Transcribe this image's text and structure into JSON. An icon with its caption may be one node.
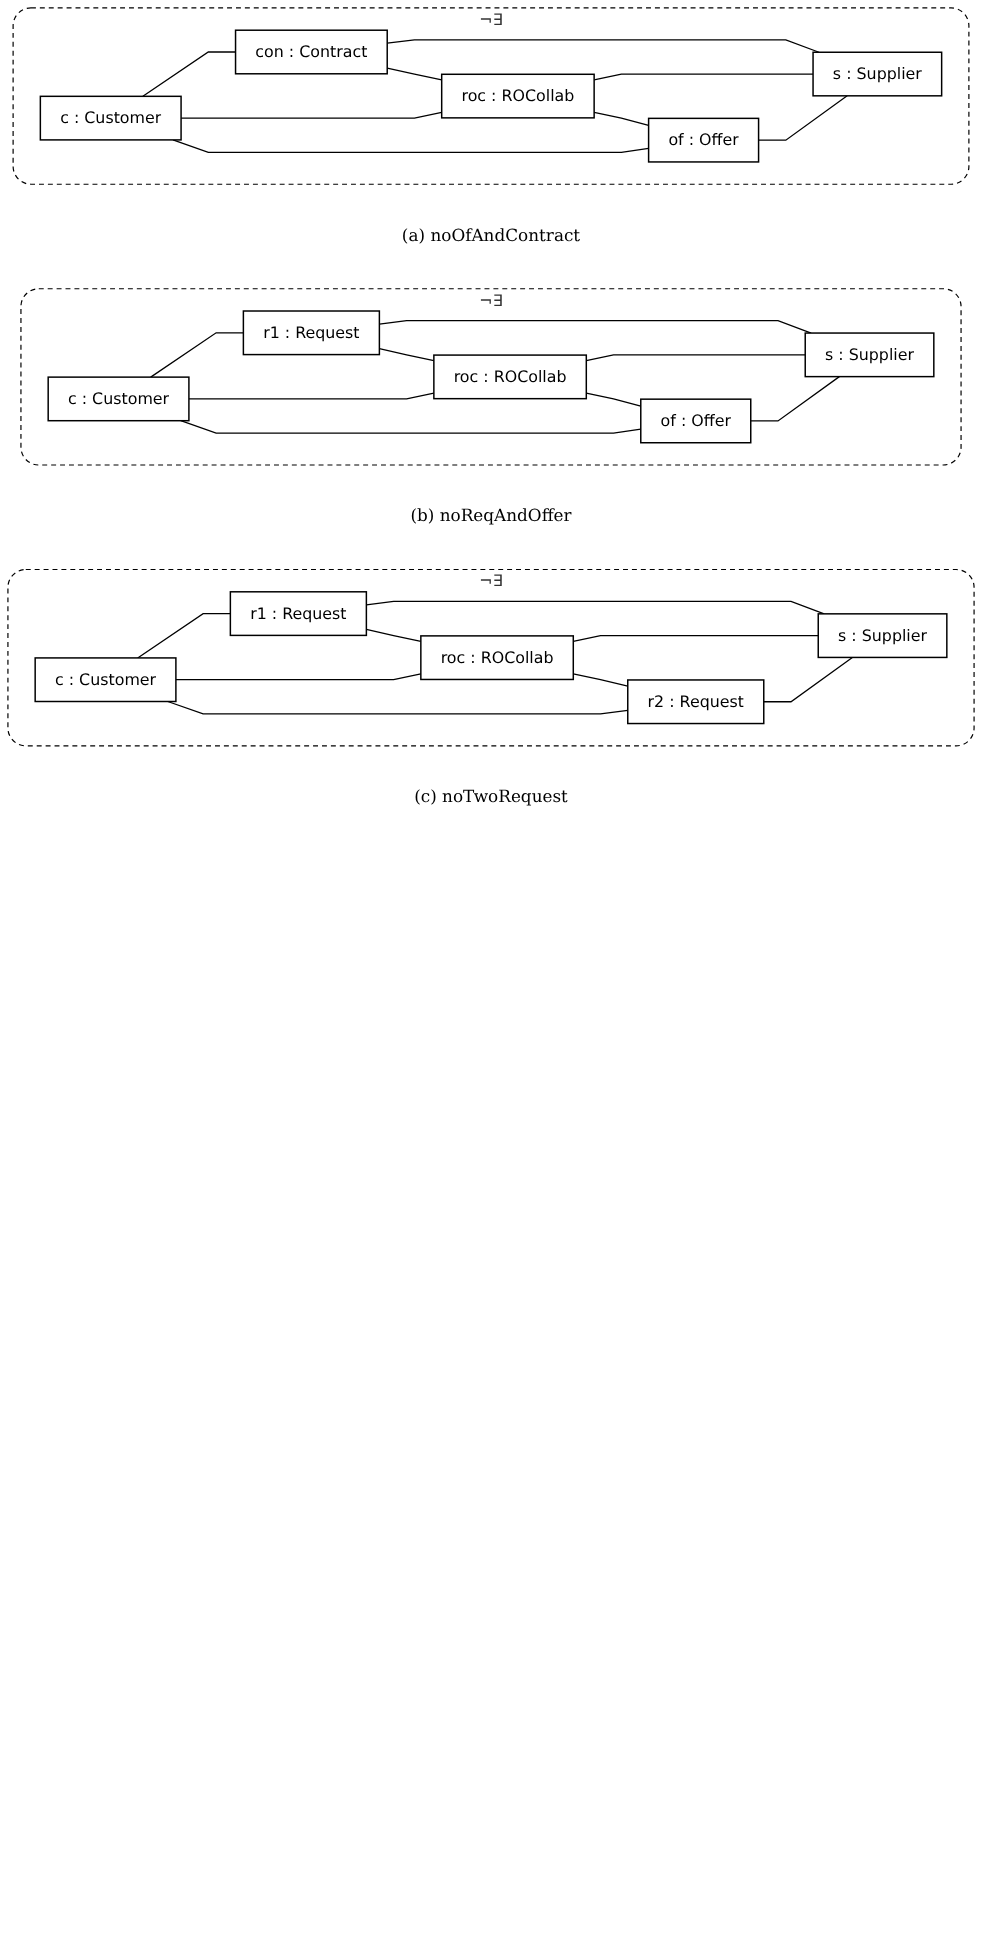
{
  "diagram": {
    "nodes": [
      {
        "text": [
          "¬∃"
        ],
        "beside": [
          "(a) noOfAndContract"
        ]
      },
      {
        "text": [
          "con : Contract"
        ],
        "in": 0
      },
      {
        "text": [
          "c : Customer"
        ],
        "in": 0
      },
      {
        "text": [
          "roc : ROCollab"
        ],
        "in": 0
      },
      {
        "text": [
          "s : Supplier"
        ],
        "in": 0
      },
      {
        "text": [
          "of : Offer"
        ],
        "in": 0
      },
      {
        "text": [
          "¬∃"
        ],
        "beside": [
          "(b) noReqAndOffer"
        ]
      },
      {
        "text": [
          "r1 : Request"
        ],
        "in": 6
      },
      {
        "text": [
          "c : Customer"
        ],
        "in": 6
      },
      {
        "text": [
          "roc : ROCollab"
        ],
        "in": 6
      },
      {
        "text": [
          "s : Supplier"
        ],
        "in": 6
      },
      {
        "text": [
          "of : Offer"
        ],
        "in": 6
      },
      {
        "text": [
          "¬∃"
        ],
        "beside": [
          "(c) noTwoRequest"
        ]
      },
      {
        "text": [
          "r1 : Request"
        ],
        "in": 12
      },
      {
        "text": [
          "c : Customer"
        ],
        "in": 12
      },
      {
        "text": [
          "roc : ROCollab"
        ],
        "in": 12
      },
      {
        "text": [
          "s : Supplier"
        ],
        "in": 12
      },
      {
        "text": [
          "r2 : Request"
        ],
        "in": 12
      }
    ],
    "edges": [
      {
        "from": 2,
        "to": 1,
        "arrow": "none"
      },
      {
        "from": 1,
        "to": 4,
        "arrow": "none"
      },
      {
        "from": 1,
        "to": 3,
        "arrow": "none"
      },
      {
        "from": 2,
        "to": 3,
        "arrow": "none"
      },
      {
        "from": 3,
        "to": 4,
        "arrow": "none"
      },
      {
        "from": 2,
        "to": 5,
        "arrow": "none"
      },
      {
        "from": 3,
        "to": 5,
        "arrow": "none"
      },
      {
        "from": 5,
        "to": 4,
        "arrow": "none"
      },
      {
        "from": 8,
        "to": 7,
        "arrow": "none"
      },
      {
        "from": 7,
        "to": 10,
        "arrow": "none"
      },
      {
        "from": 7,
        "to": 9,
        "arrow": "none"
      },
      {
        "from": 8,
        "to": 9,
        "arrow": "none"
      },
      {
        "from": 9,
        "to": 10,
        "arrow": "none"
      },
      {
        "from": 8,
        "to": 11,
        "arrow": "none"
      },
      {
        "from": 9,
        "to": 11,
        "arrow": "none"
      },
      {
        "from": 11,
        "to": 10,
        "arrow": "none"
      },
      {
        "from": 14,
        "to": 13,
        "arrow": "none"
      },
      {
        "from": 13,
        "to": 16,
        "arrow": "none"
      },
      {
        "from": 13,
        "to": 15,
        "arrow": "none"
      },
      {
        "from": 14,
        "to": 15,
        "arrow": "none"
      },
      {
        "from": 15,
        "to": 16,
        "arrow": "none"
      },
      {
        "from": 14,
        "to": 17,
        "arrow": "none"
      },
      {
        "from": 15,
        "to": 17,
        "arrow": "none"
      },
      {
        "from": 17,
        "to": 16,
        "arrow": "none"
      }
    ]
  }
}
